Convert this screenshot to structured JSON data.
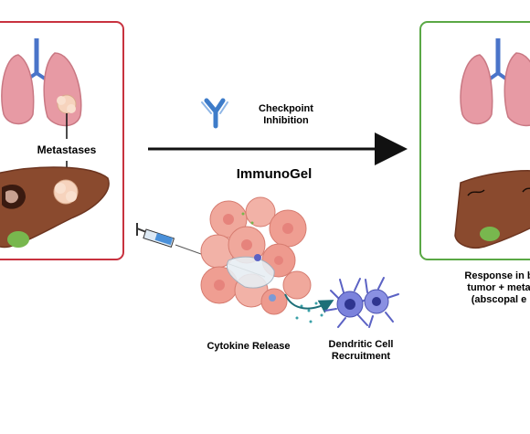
{
  "labels": {
    "metastases": "Metastases",
    "checkpoint_line1": "Checkpoint",
    "checkpoint_line2": "Inhibition",
    "immunogel": "ImmunoGel",
    "cytokine_release": "Cytokine Release",
    "dendritic_line1": "Dendritic Cell",
    "dendritic_line2": "Recruitment",
    "response_line1": "Response in b",
    "response_line2": "tumor + meta",
    "response_line3": "(abscopal e"
  },
  "colors": {
    "left_border": "#c8323f",
    "right_border": "#5aa845",
    "lung": "#e79aa4",
    "lung_dark": "#c97883",
    "trachea": "#4a74c9",
    "liver": "#8a4a2e",
    "liver_dark": "#6d3520",
    "gallbladder": "#78b74e",
    "tumor": "#f6d3bd",
    "arrow": "#111111",
    "antibody": "#3e7cc9",
    "cell": "#e6837c",
    "dendritic": "#5b62c4",
    "flow_arrow": "#1d6f78"
  },
  "icons": [
    "lung-icon",
    "liver-icon",
    "antibody-icon",
    "syringe-icon",
    "tumor-cells-icon",
    "dendritic-cell-icon"
  ]
}
